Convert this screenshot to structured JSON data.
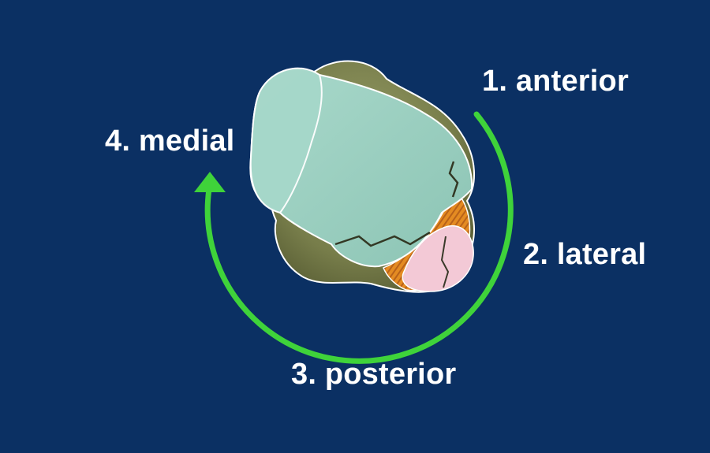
{
  "diagram": {
    "labels": {
      "anterior": "1. anterior",
      "lateral": "2. lateral",
      "posterior": "3. posterior",
      "medial": "4. medial"
    },
    "colors": {
      "background": "#0b3063",
      "arrow": "#3fd33a",
      "bone": "#7e8451",
      "cartilage_teal": "#9fd0c2",
      "ligament": "#e8922a",
      "pink_fragment": "#f3c9d6",
      "text": "#ffffff"
    },
    "icons": {
      "arrow": "circular-arrow-icon",
      "anatomy": "bone-fragment-illustration"
    }
  }
}
